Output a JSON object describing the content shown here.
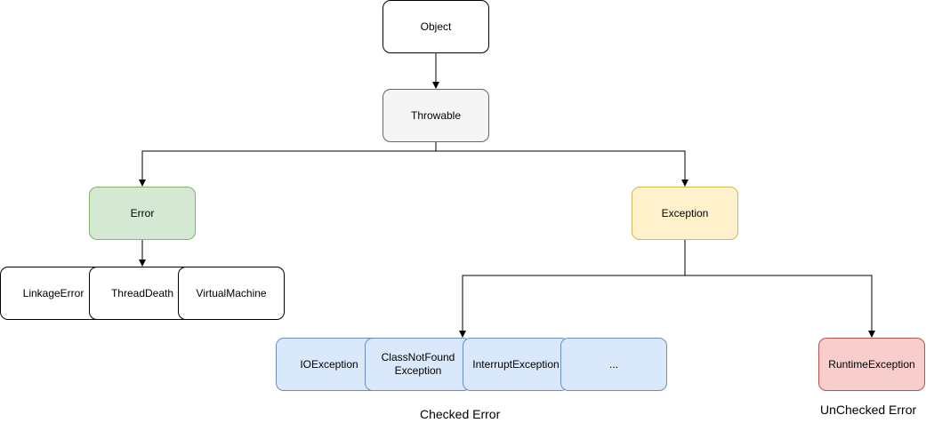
{
  "nodes": {
    "object": {
      "label": "Object",
      "fill": "#ffffff",
      "stroke": "#000000"
    },
    "throwable": {
      "label": "Throwable",
      "fill": "#f5f5f5",
      "stroke": "#666666"
    },
    "error": {
      "label": "Error",
      "fill": "#d5e8d4",
      "stroke": "#82b366"
    },
    "exception": {
      "label": "Exception",
      "fill": "#fff2cc",
      "stroke": "#d6b656"
    },
    "linkage_error": {
      "label": "LinkageError",
      "fill": "#ffffff",
      "stroke": "#000000"
    },
    "thread_death": {
      "label": "ThreadDeath",
      "fill": "#ffffff",
      "stroke": "#000000"
    },
    "virtual_machine": {
      "label": "VirtualMachine",
      "fill": "#ffffff",
      "stroke": "#000000"
    },
    "io_exception": {
      "label": "IOException",
      "fill": "#dae8fc",
      "stroke": "#6c8ebf"
    },
    "class_not_found_exception": {
      "label_line1": "ClassNotFound",
      "label_line2": "Exception",
      "fill": "#dae8fc",
      "stroke": "#6c8ebf"
    },
    "interrupt_exception": {
      "label": "InterruptException",
      "fill": "#dae8fc",
      "stroke": "#6c8ebf"
    },
    "ellipsis": {
      "label": "...",
      "fill": "#dae8fc",
      "stroke": "#6c8ebf"
    },
    "runtime_exception": {
      "label": "RuntimeException",
      "fill": "#f8cecc",
      "stroke": "#b85450"
    }
  },
  "captions": {
    "checked": "Checked Error",
    "unchecked": "UnChecked Error"
  }
}
